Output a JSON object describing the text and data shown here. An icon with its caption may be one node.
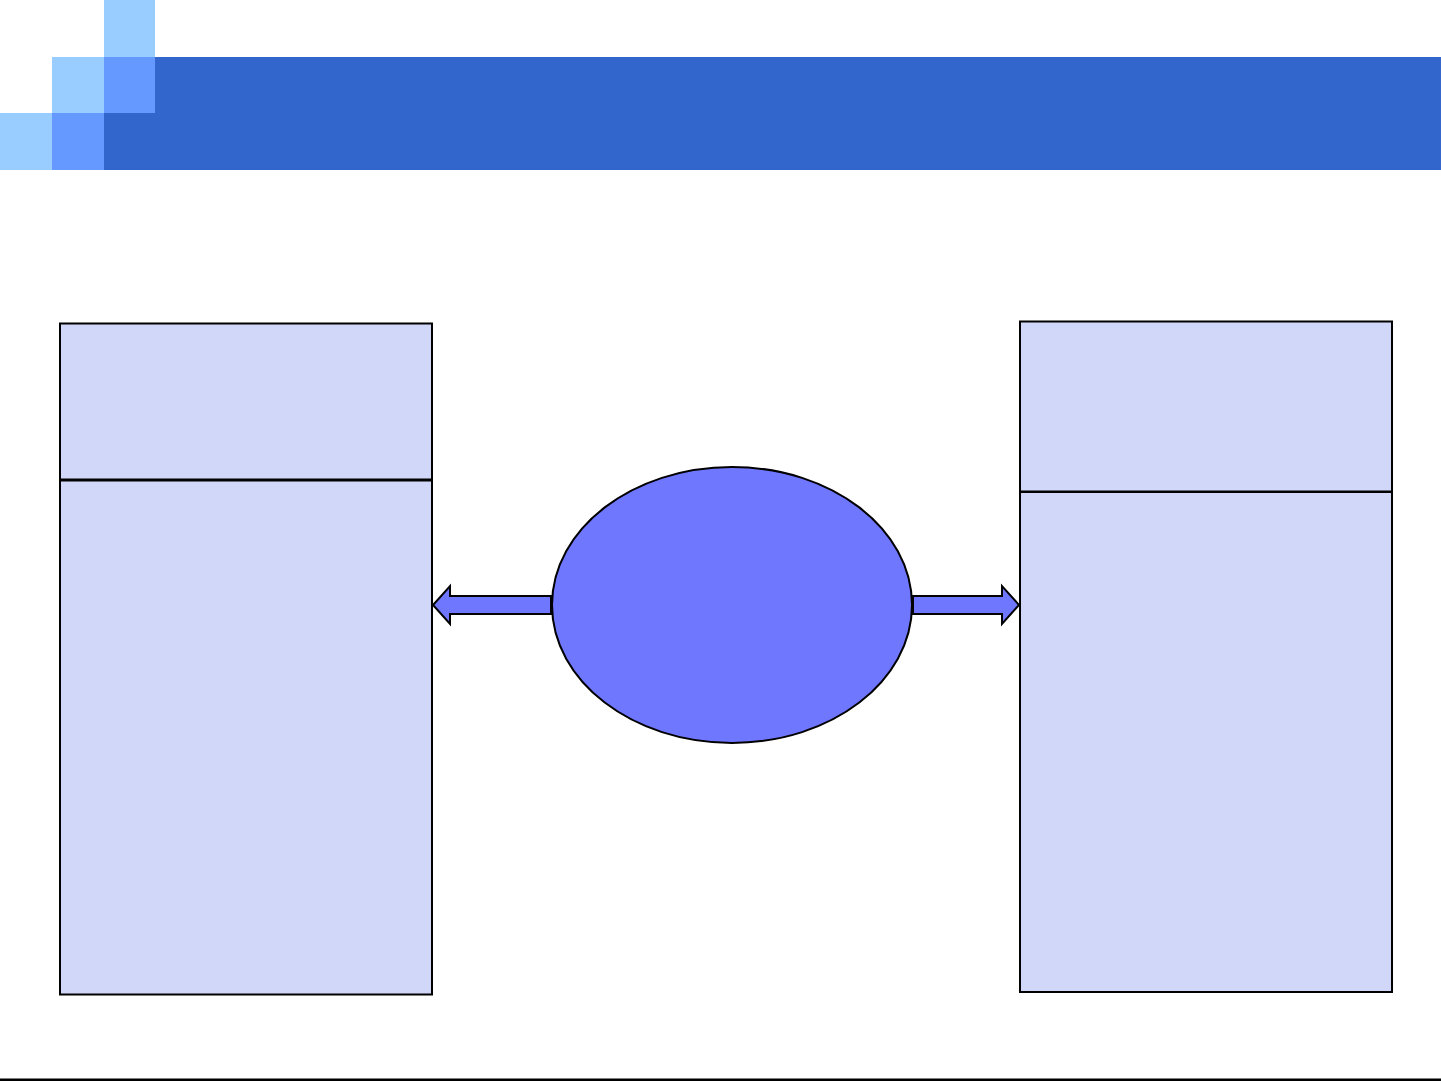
{
  "diagram": {
    "nodes": [
      {
        "text": [],
        "shape": "box"
      },
      {
        "text": [],
        "shape": "box"
      },
      {
        "text": [],
        "shape": "circle"
      },
      {
        "text": [],
        "shape": "box"
      },
      {
        "text": [],
        "shape": "box"
      }
    ],
    "edges": [
      {
        "from": 2,
        "to": 1,
        "arrow": "to"
      },
      {
        "from": 2,
        "to": 4,
        "arrow": "to"
      }
    ]
  }
}
